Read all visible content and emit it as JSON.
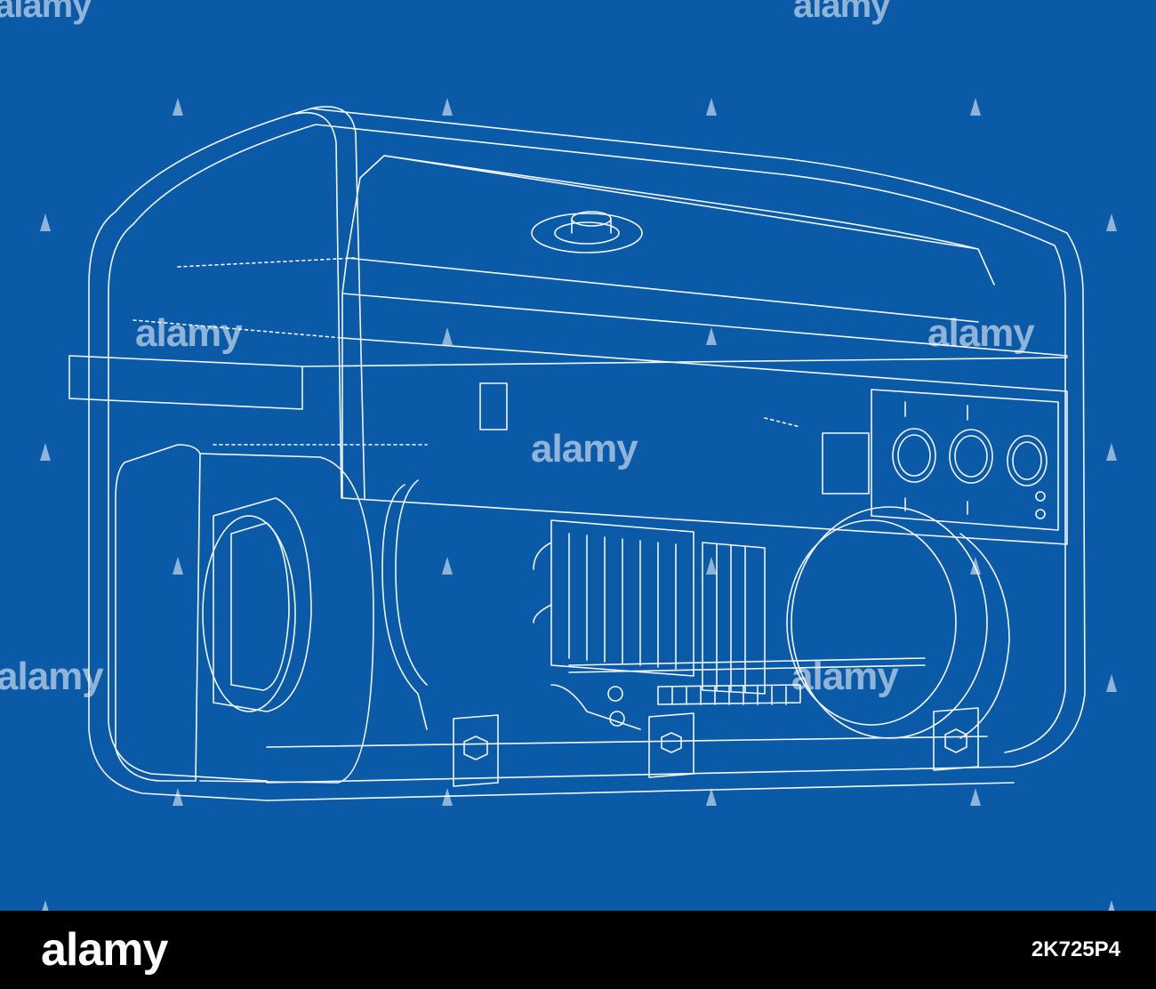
{
  "colors": {
    "background": "#0a5aa8",
    "line": "#ffffff",
    "footer": "#000000"
  },
  "watermark": {
    "text": "alamy"
  },
  "footer": {
    "logo": "alamy",
    "image_id": "2K725P4"
  }
}
